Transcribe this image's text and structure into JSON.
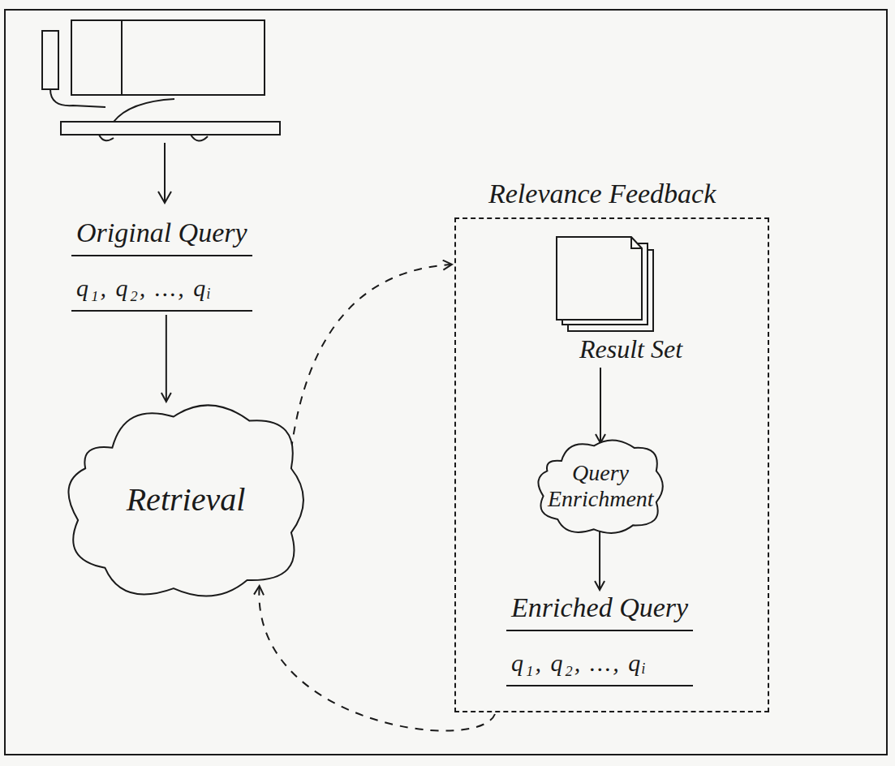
{
  "diagram": {
    "nodes": [
      {
        "text": [
          "Original Query",
          "q₁, q₂, ..., qᵢ"
        ]
      },
      {
        "text": [
          "Retrieval"
        ]
      },
      {
        "text": [
          "Relevance Feedback"
        ]
      },
      {
        "text": [
          "Result Set"
        ],
        "in": 2
      },
      {
        "text": [
          "Query Enrichment"
        ],
        "in": 2
      },
      {
        "text": [
          "Enriched Query",
          "q₁, q₂, ..., qᵢ"
        ],
        "in": 2
      }
    ],
    "edges": [
      {
        "from": 0,
        "to": 1,
        "arrow": "to"
      },
      {
        "from": 1,
        "to": 2,
        "arrow": "to"
      },
      {
        "from": 3,
        "to": 4,
        "arrow": "to"
      },
      {
        "from": 4,
        "to": 5,
        "arrow": "to"
      },
      {
        "from": 2,
        "to": 1,
        "arrow": "to"
      }
    ]
  }
}
